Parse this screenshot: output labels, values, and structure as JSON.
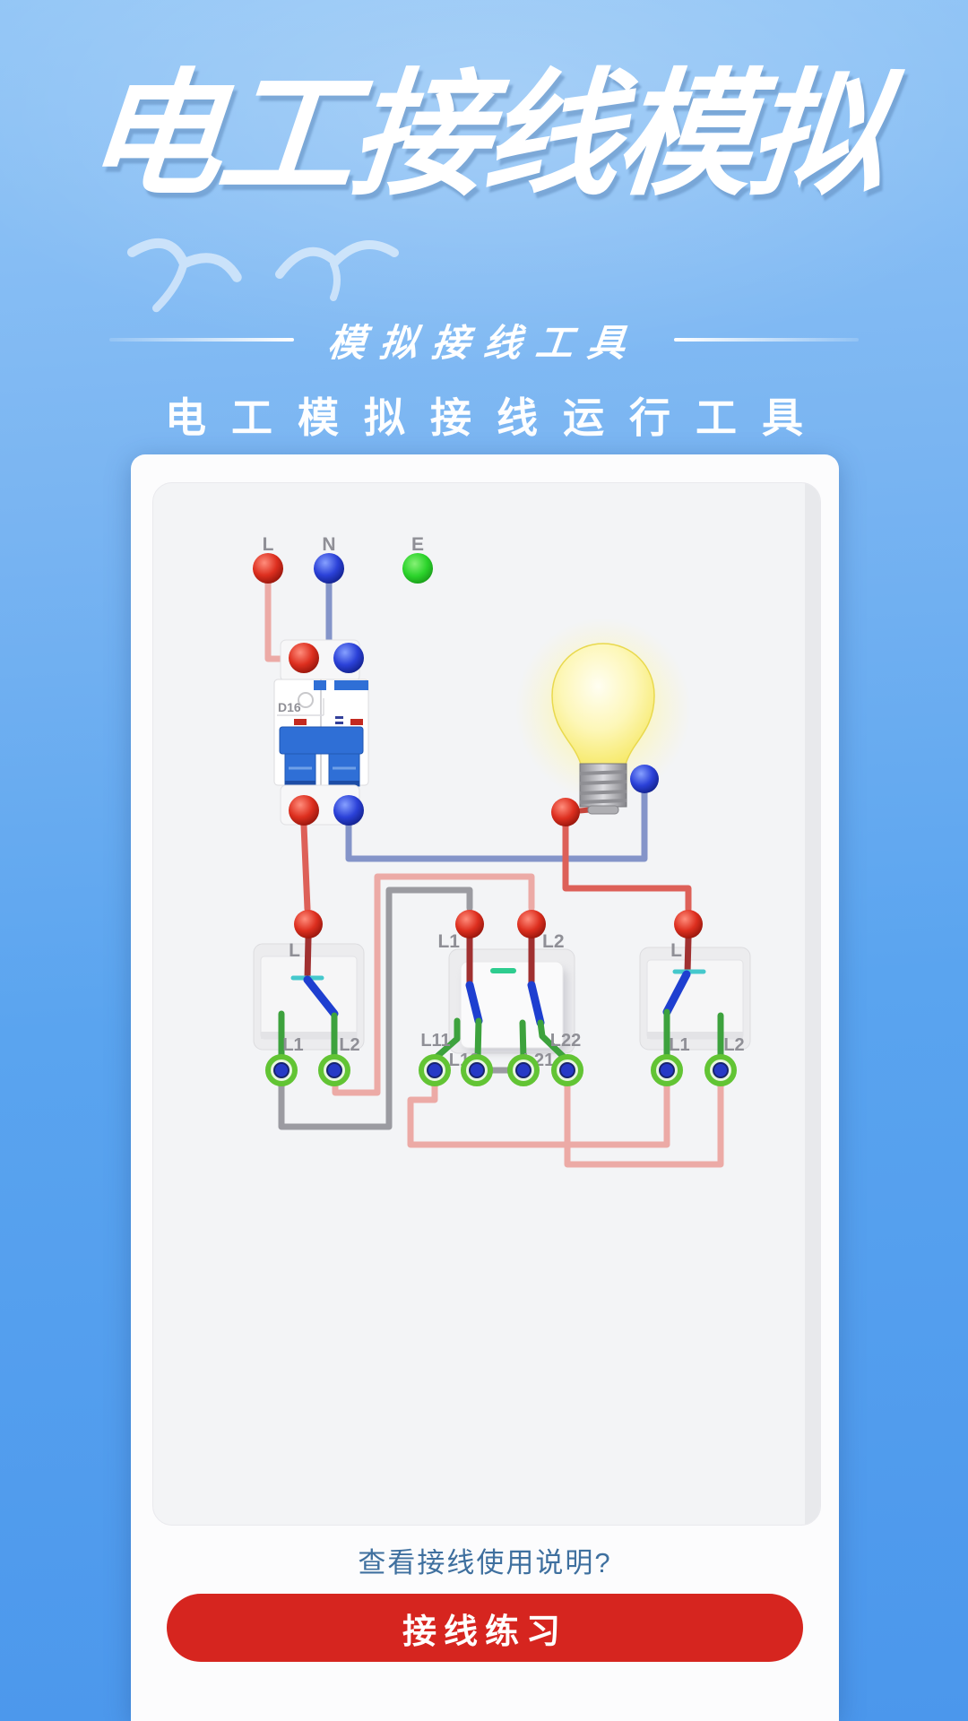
{
  "background": {
    "top_color": "#93c6f6",
    "bottom_color": "#4b97ec"
  },
  "header": {
    "title": "电工接线模拟",
    "subtitle": "模拟接线工具",
    "tagline": "电工模拟接线运行工具"
  },
  "panel": {
    "hint_link": "查看接线使用说明?",
    "practice_button": "接线练习",
    "button_color": "#d6251f",
    "link_color": "#3f709f"
  },
  "sim": {
    "supply": {
      "l": "L",
      "n": "N",
      "e": "E"
    },
    "breaker": {
      "model": "D16"
    },
    "switch1": {
      "l": "L",
      "l1": "L1",
      "l2": "L2"
    },
    "switch2": {
      "l1": "L1",
      "l2": "L2",
      "l11": "L11",
      "l12": "L12",
      "l21": "L21",
      "l22": "L22"
    },
    "switch3": {
      "l": "L",
      "l1": "L1",
      "l2": "L2"
    },
    "wire_colors": {
      "live_pink": "#ecaaa6",
      "live_red": "#dd6058",
      "neutral_blue": "#8494c9",
      "traveler_gray": "#9b9ba1",
      "switch_green": "#3da23d",
      "switch_blue": "#1e3fd0",
      "indicator_teal": "#45c8cc",
      "indicator_green": "#2ecc8f"
    }
  }
}
